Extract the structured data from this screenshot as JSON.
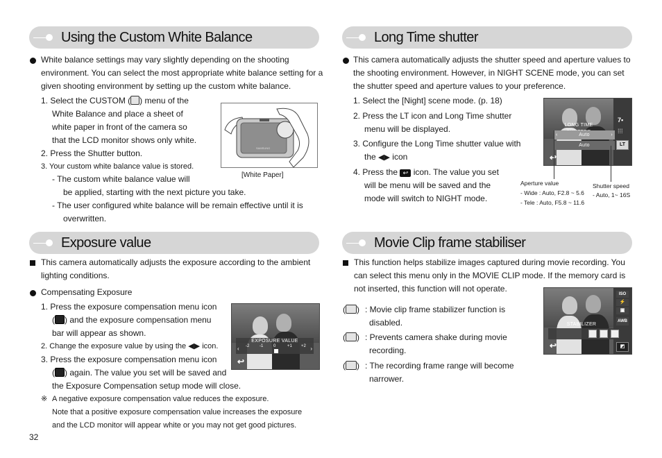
{
  "page_number": "32",
  "sections": {
    "custom_wb": {
      "title": "Using the Custom White Balance",
      "intro": [
        "White balance settings may vary slightly depending on the shooting",
        "environment. You can select the most appropriate white balance setting for a",
        "given shooting environment by setting up the custom white balance."
      ],
      "step1": [
        "1.  Select the CUSTOM (",
        ") menu of the",
        "White Balance and place a sheet of",
        "white paper in front of the camera so",
        "that the LCD monitor shows only white."
      ],
      "step2": "2.  Press the Shutter button.",
      "step3": "3.  Your custom white balance value is stored.",
      "dash1": [
        "-   The custom white balance value will",
        "be applied, starting with the next picture you take."
      ],
      "dash2": [
        "-   The user configured white balance will be remain effective until it is",
        "overwritten."
      ],
      "caption": "[White Paper]"
    },
    "long_shutter": {
      "title": "Long Time shutter",
      "intro": [
        "This camera automatically adjusts the shutter speed and aperture values to",
        "the shooting environment. However, in NIGHT SCENE mode, you can set",
        "the shutter speed and aperture values to your preference."
      ],
      "step1": "1.  Select the [Night] scene mode. (p. 18)",
      "step2": [
        "2.  Press the LT icon and Long Time shutter",
        "menu will be displayed."
      ],
      "step3": [
        "3.  Configure the Long Time shutter value with",
        "the",
        "icon"
      ],
      "step4": [
        "4.  Press the",
        "icon. The value you set",
        "will be menu will be saved and the",
        "mode will switch to NIGHT mode."
      ],
      "screen": {
        "menu_title": "LONG TIME SHUTTER",
        "row1": "Auto",
        "row2": "Auto",
        "lt": "LT"
      },
      "aperture": [
        "Aperture value",
        "- Wide : Auto, F2.8 ~ 5.6",
        "- Tele : Auto, F5.8 ~ 11.6"
      ],
      "shutter": [
        "Shutter speed",
        "- Auto, 1~ 16S"
      ]
    },
    "exposure": {
      "title": "Exposure value",
      "intro": [
        "This camera automatically adjusts the exposure according to the ambient",
        "lighting conditions."
      ],
      "compensating": "Compensating Exposure",
      "step1": [
        "1.  Press the exposure compensation menu icon",
        "(",
        ") and the exposure compensation menu",
        "bar will appear as shown."
      ],
      "step2": [
        "2.  Change the exposure value by using the",
        "icon."
      ],
      "step3": [
        "3.  Press the exposure compensation menu icon",
        "(",
        ") again. The value you set will be saved and",
        "the Exposure Compensation setup mode will close."
      ],
      "note_mark": "※",
      "note": [
        "A negative exposure compensation value reduces the exposure.",
        "Note that a positive exposure compensation value increases the exposure",
        "and the LCD monitor will appear white or you may not get good pictures."
      ],
      "screen": {
        "label": "EXPOSURE VALUE",
        "ticks": [
          "-2",
          "-1",
          "0",
          "+1",
          "+2"
        ]
      }
    },
    "stabiliser": {
      "title": "Movie Clip frame stabiliser",
      "intro": [
        "This function helps stabilize images captured during movie recording. You",
        "can select this menu only in the MOVIE CLIP mode. If the memory card is",
        "not inserted, this function will not operate."
      ],
      "items": [
        [
          ": Movie clip frame stabilizer function is",
          "disabled."
        ],
        [
          ": Prevents camera shake during movie",
          "recording."
        ],
        [
          ": The recording frame range will become",
          "narrower."
        ]
      ],
      "screen": {
        "label": "STABILIZER",
        "awb": "AWB"
      }
    }
  }
}
